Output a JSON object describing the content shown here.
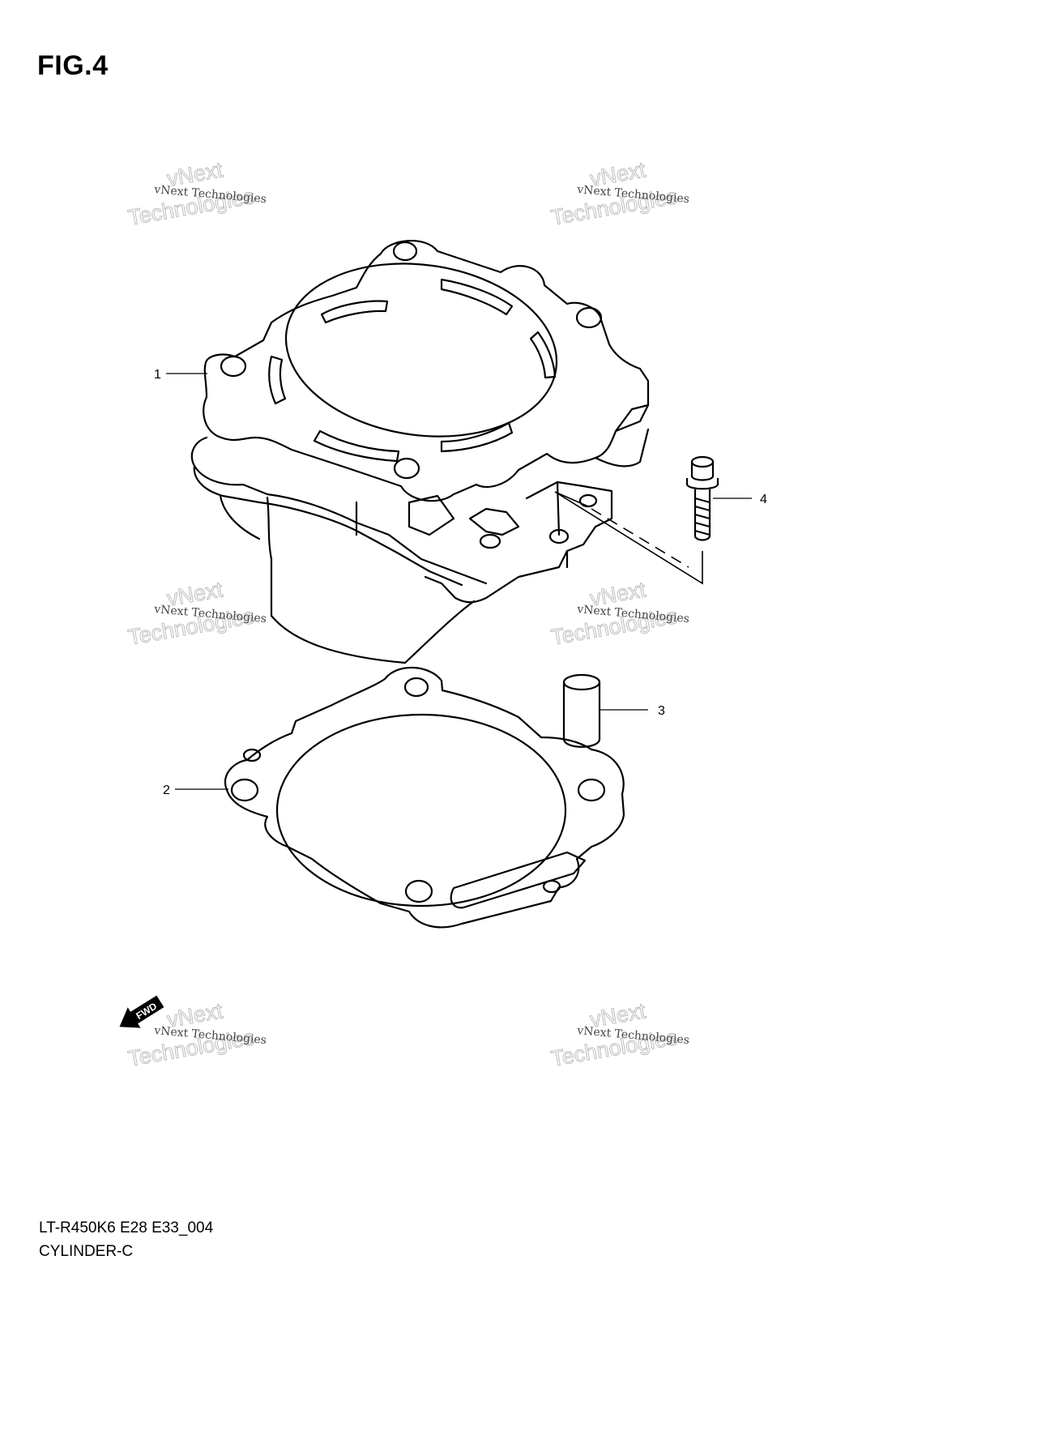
{
  "figure": {
    "title": "FIG.4"
  },
  "callouts": [
    "1",
    "2",
    "3",
    "4"
  ],
  "fwd_label": "FWD",
  "watermark": {
    "line1": "vNext Technologies",
    "line2": "vNext",
    "line3": "Technologies"
  },
  "footer": {
    "code": "LT-R450K6 E28 E33_004",
    "name": "CYLINDER-C"
  }
}
